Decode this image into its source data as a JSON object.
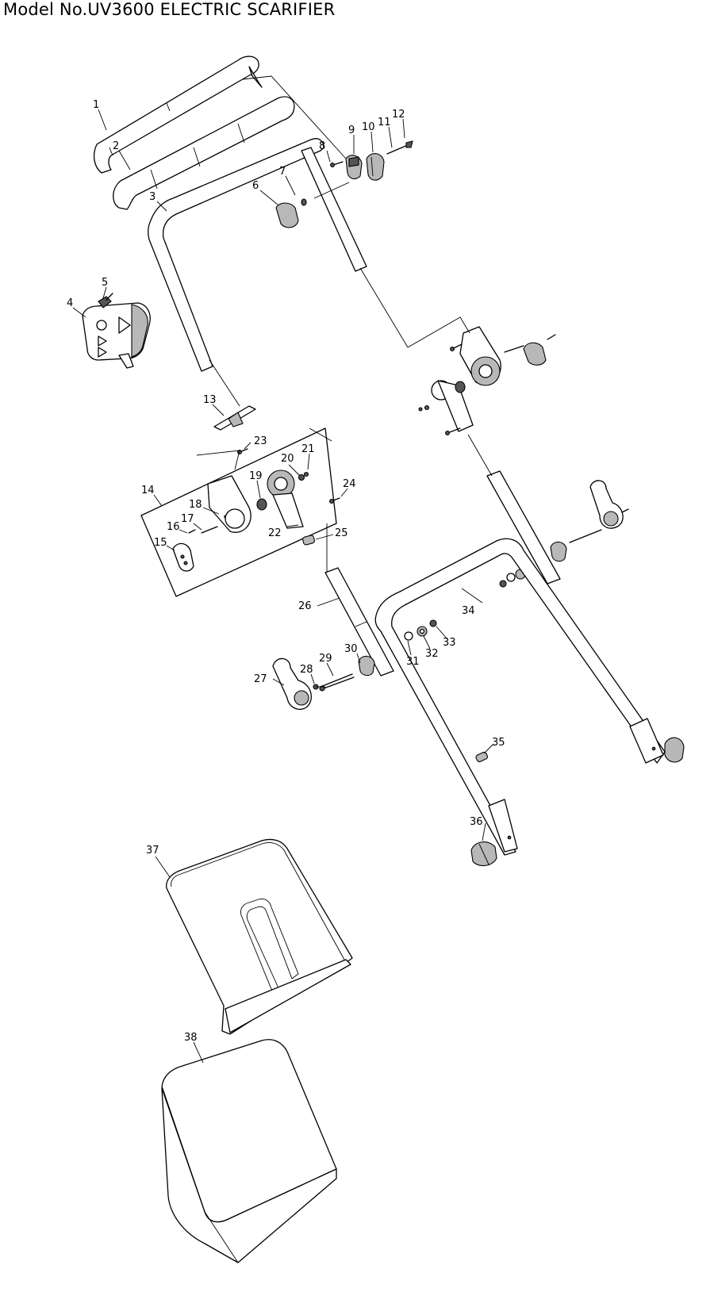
{
  "title": "Model No.UV3600 ELECTRIC SCARIFIER",
  "part_numbers": [
    "1",
    "2",
    "3",
    "4",
    "5",
    "6",
    "7",
    "8",
    "9",
    "10",
    "11",
    "12",
    "13",
    "14",
    "15",
    "16",
    "17",
    "18",
    "19",
    "20",
    "21",
    "22",
    "23",
    "24",
    "25",
    "26",
    "27",
    "28",
    "29",
    "30",
    "31",
    "32",
    "33",
    "34",
    "35",
    "36",
    "37",
    "38"
  ]
}
